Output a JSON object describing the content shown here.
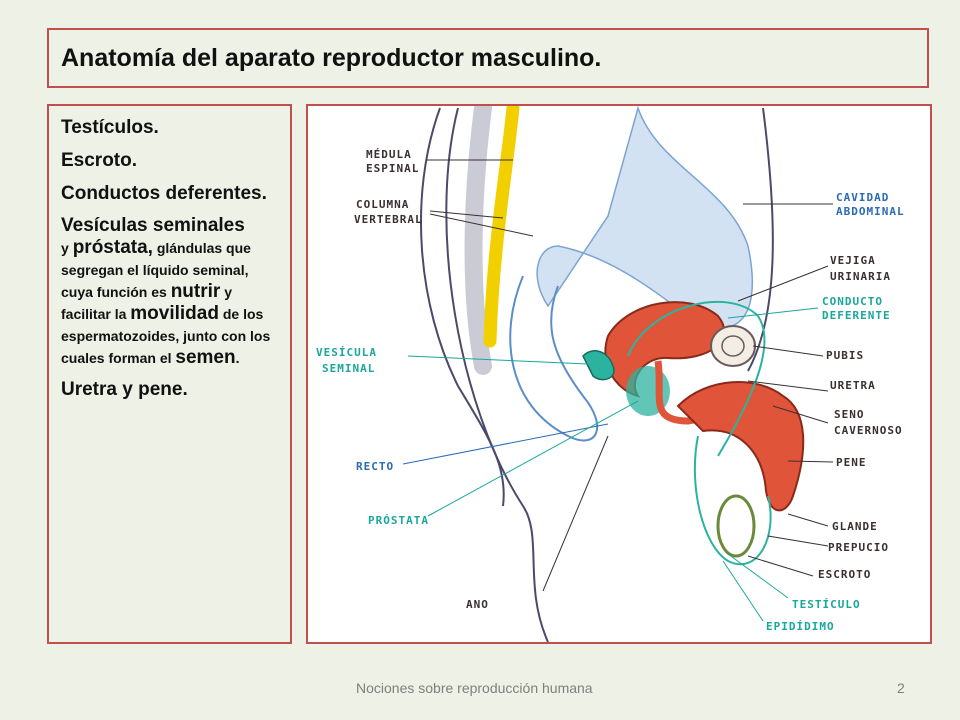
{
  "title": "Anatomía del aparato reproductor masculino.",
  "list": {
    "item1": "Testículos.",
    "item2": "Escroto.",
    "item3": "Conductos deferentes.",
    "item4": {
      "p1": "Vesículas seminales",
      "p2": "y",
      "p3": "próstata,",
      "p4": " glándulas que segregan el líquido seminal, cuya función es ",
      "p5": "nutrir",
      "p6": " y facilitar la ",
      "p7": "movilidad",
      "p8": " de los espermatozoides, junto con los cuales forman el ",
      "p9": "semen",
      "p10": "."
    },
    "item5": "Uretra y pene."
  },
  "figure": {
    "labels": {
      "medula1": "MÉDULA",
      "medula2": "ESPINAL",
      "columna1": "COLUMNA",
      "columna2": "VERTEBRAL",
      "cavidad1": "CAVIDAD",
      "cavidad2": "ABDOMINAL",
      "vejiga1": "VEJIGA",
      "vejiga2": "URINARIA",
      "conducto1": "CONDUCTO",
      "conducto2": "DEFERENTE",
      "vesicula1": "VESÍCULA",
      "vesicula2": "SEMINAL",
      "pubis": "PUBIS",
      "uretra": "URETRA",
      "seno1": "SENO",
      "seno2": "CAVERNOSO",
      "recto": "RECTO",
      "pene": "PENE",
      "prostata": "PRÓSTATA",
      "glande": "GLANDE",
      "prepucio": "PREPUCIO",
      "escroto": "ESCROTO",
      "ano": "ANO",
      "testiculo": "TESTÍCULO",
      "epididimo": "EPIDÍDIMO"
    },
    "colors": {
      "dark_label": "#3b3030",
      "blue_label": "#2a6bb5",
      "teal_label": "#1aa79b",
      "spinal_cord": "#f2d000",
      "organs_red": "#e0553a"
    }
  },
  "footer": {
    "text": "Nociones sobre reproducción humana",
    "page": "2"
  }
}
